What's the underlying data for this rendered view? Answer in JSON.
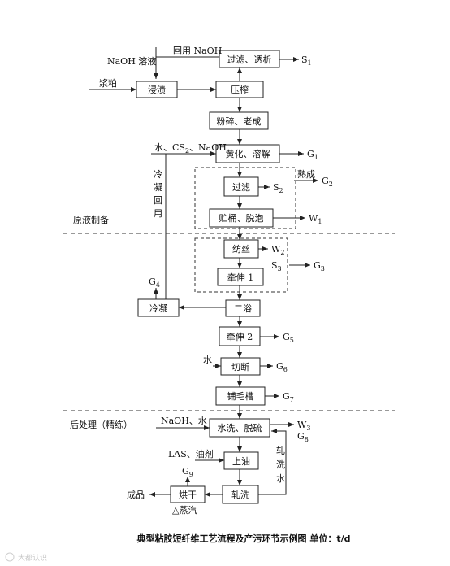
{
  "boxes": {
    "filter_dialysis": "过滤、透析",
    "impregnation": "浸渍",
    "pressing": "压榨",
    "crushing_aging": "粉碎、老成",
    "xanthation": "黄化、溶解",
    "filter": "过滤",
    "storage_defoam": "贮桶、脱泡",
    "spinning": "纺丝",
    "stretch1": "牵伸 1",
    "second_bath": "二浴",
    "condense": "冷凝",
    "stretch2": "牵伸 2",
    "cutting": "切断",
    "laying": "铺毛槽",
    "wash_desulfur": "水洗、脱硫",
    "oiling": "上油",
    "roll_wash": "轧洗",
    "drying": "烘干"
  },
  "labels": {
    "recycle_naoh": "回用 NaOH",
    "naoh_solution": "NaOH 溶液",
    "pulp": "浆粕",
    "water_cs2_naoh_1": "水、CS",
    "water_cs2_naoh_sub": "2",
    "water_cs2_naoh_2": "、NaOH",
    "condense_reuse": [
      "冷",
      "凝",
      "回",
      "用"
    ],
    "ripening": "熟成",
    "section_dope": "原液制备",
    "water": "水",
    "section_post": "后处理（精练）",
    "naoh_water": "NaOH、水",
    "las_oil": "LAS、油剂",
    "roll_wash_water": [
      "轧",
      "洗",
      "水"
    ],
    "product": "成品",
    "steam": "△蒸汽",
    "caption": "典型粘胶短纤维工艺流程及产污环节示例图  单位：t/d",
    "watermark": "大都认识"
  },
  "emissions": {
    "S1": [
      "S",
      "1"
    ],
    "G1": [
      "G",
      "1"
    ],
    "G2": [
      "G",
      "2"
    ],
    "S2": [
      "S",
      "2"
    ],
    "W1": [
      "W",
      "1"
    ],
    "W2": [
      "W",
      "2"
    ],
    "S3": [
      "S",
      "3"
    ],
    "G3": [
      "G",
      "3"
    ],
    "G4": [
      "G",
      "4"
    ],
    "G5": [
      "G",
      "5"
    ],
    "G6": [
      "G",
      "6"
    ],
    "G7": [
      "G",
      "7"
    ],
    "W3": [
      "W",
      "3"
    ],
    "G8": [
      "G",
      "8"
    ],
    "G9": [
      "G",
      "9"
    ]
  }
}
